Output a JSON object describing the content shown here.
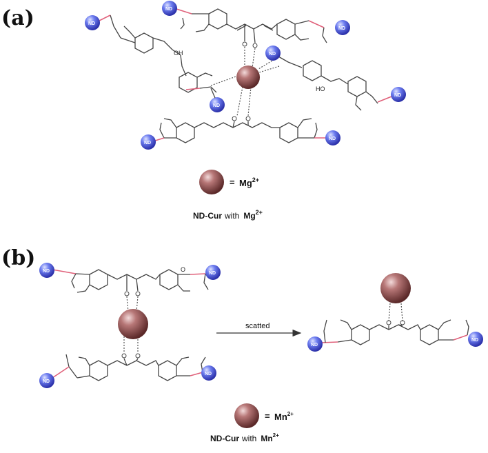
{
  "panels": {
    "a": {
      "label": "(a)",
      "legend_ion": "Mg",
      "legend_charge": "2+",
      "legend_eq": "=",
      "caption_prefix": "ND-Cur",
      "caption_with": "with",
      "caption_ion": "Mg",
      "caption_charge": "2+",
      "hydroxyl": "OH",
      "hydroxyl2": "HO"
    },
    "b": {
      "label": "(b)",
      "arrow_label": "scatted",
      "legend_ion": "Mn",
      "legend_charge": "2+",
      "legend_eq": "=",
      "caption_prefix": "ND-Cur",
      "caption_with": "with",
      "caption_ion": "Mn",
      "caption_charge": "2+"
    }
  },
  "nanodiamond_label": "ND",
  "oxygen_label": "O",
  "colors": {
    "metal_ion": "#8a4a4a",
    "nanodiamond": "#4a5ad8",
    "linker": "#e0607a",
    "bond": "#444444"
  }
}
